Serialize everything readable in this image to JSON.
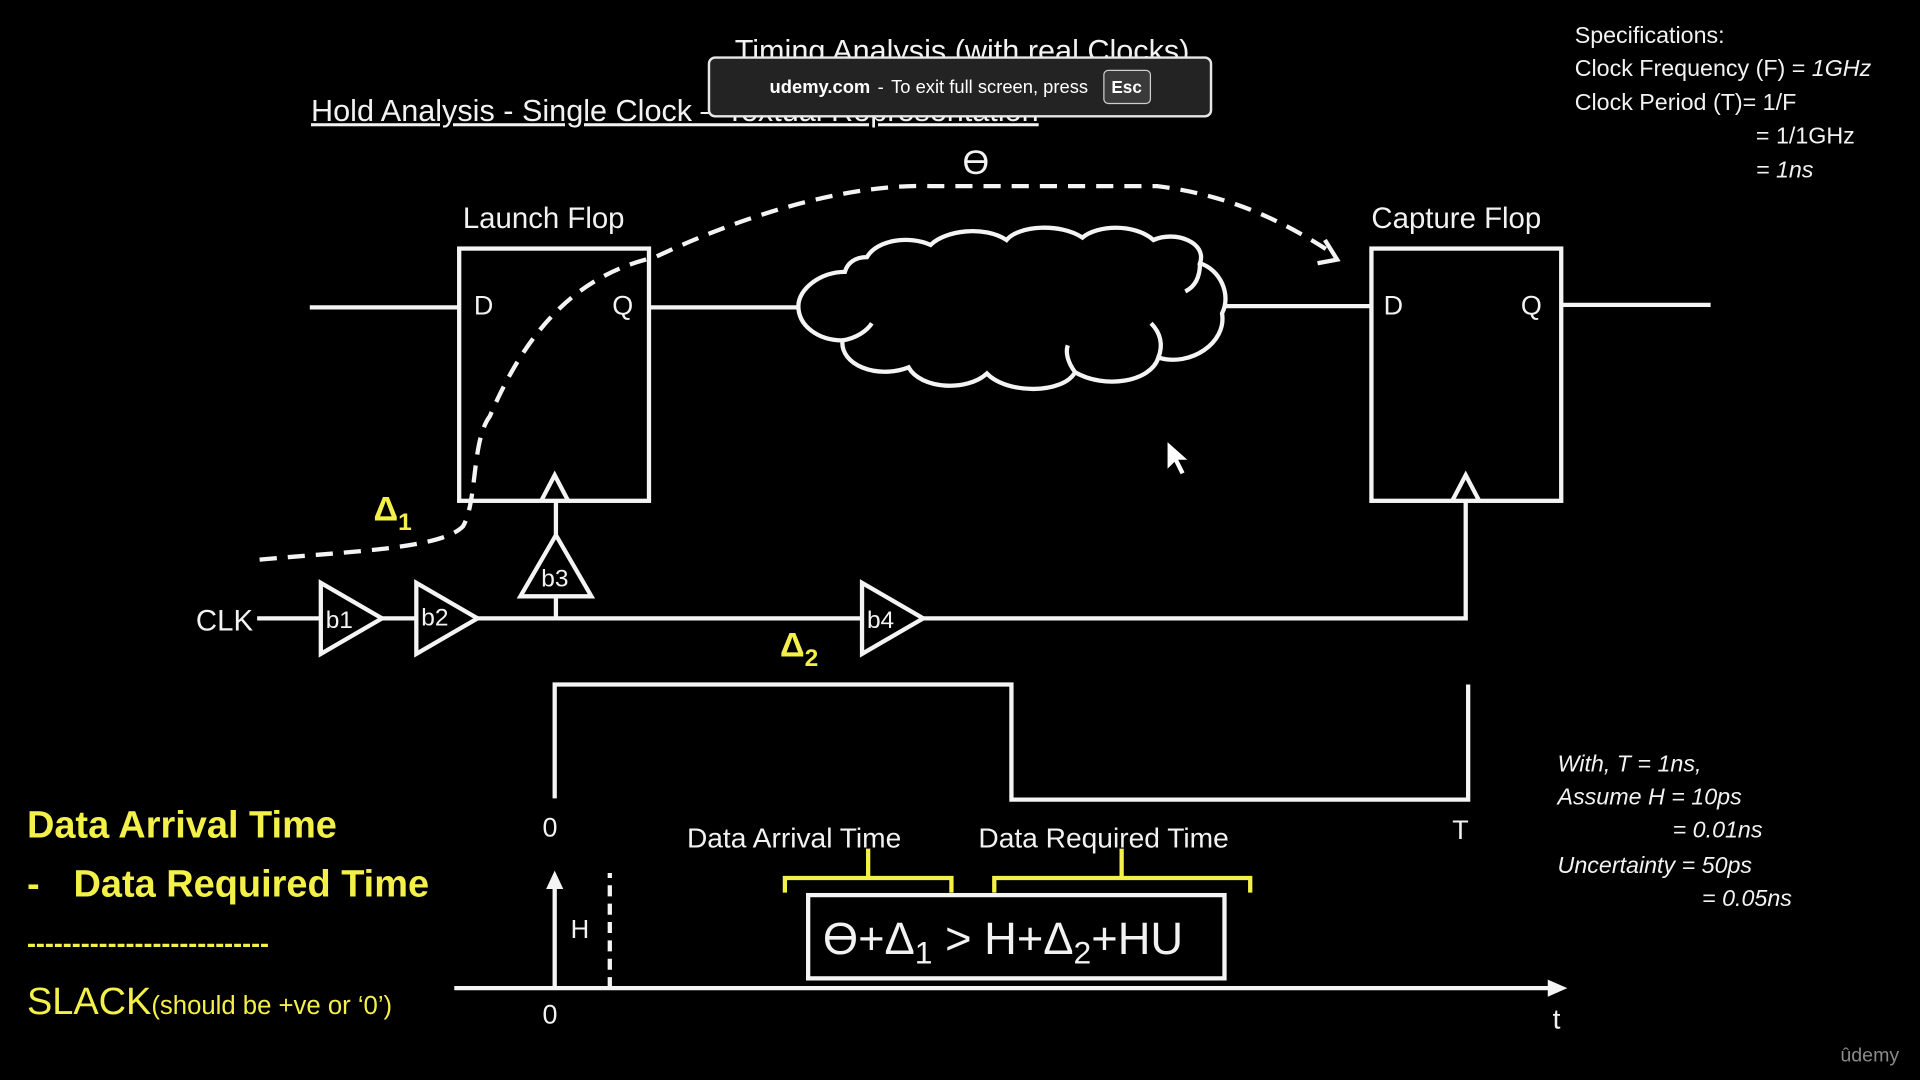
{
  "fullscreen_notice": {
    "domain": "udemy.com",
    "message": "To exit full screen, press",
    "key": "Esc"
  },
  "slide": {
    "title": "Timing Analysis (with real Clocks)",
    "subtitle": "Hold Analysis - Single Clock – Textual Representation",
    "theta": "ϴ",
    "launch_flop": {
      "label": "Launch Flop",
      "d": "D",
      "q": "Q"
    },
    "capture_flop": {
      "label": "Capture Flop",
      "d": "D",
      "q": "Q"
    },
    "clk_label": "CLK",
    "buffers": [
      "b1",
      "b2",
      "b3",
      "b4"
    ],
    "delta1": "Δ",
    "delta1_sub": "1",
    "delta2": "Δ",
    "delta2_sub": "2",
    "waveform": {
      "start": "0",
      "end": "T"
    },
    "timeline": {
      "origin": "0",
      "axis": "t",
      "hold": "H"
    },
    "braces": {
      "arrival": "Data Arrival Time",
      "required": "Data Required Time"
    },
    "equation": {
      "lhs": "ϴ+Δ",
      "lhs_sub": "1",
      "op": " > ",
      "rhs": "H+Δ",
      "rhs_sub": "2",
      "rhs_tail": "+HU"
    },
    "slack_block": {
      "line1": "Data Arrival Time",
      "minus": "-",
      "line2": "Data Required Time",
      "dashes": "---------------------------",
      "slack": "SLACK",
      "slack_note": "(should be +ve or ‘0’)"
    },
    "specifications": {
      "title": "Specifications:",
      "freq_label": "Clock Frequency (F) = ",
      "freq_value": "1GHz",
      "period_label": "Clock Period (T)= 1/F",
      "period_step1": "= 1/1GHz",
      "period_step2": "= 1ns"
    },
    "assumptions": {
      "with_label": "With, T = ",
      "with_value": "1ns,",
      "hold": "Assume H = 10ps",
      "hold_ns": "= 0.01ns",
      "uncertainty": "Uncertainty = 50ps",
      "uncertainty_ns": "= 0.05ns"
    },
    "brand": "ûdemy"
  },
  "colors": {
    "background": "#000000",
    "line": "#f4f4f4",
    "highlight": "#f4f04a"
  }
}
